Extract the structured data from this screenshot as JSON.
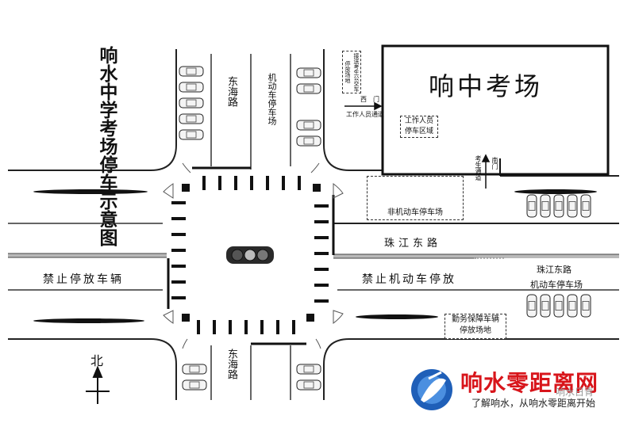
{
  "map_title": "响水中学考场停车示意图",
  "venue": "响中考场",
  "roads": {
    "donghai_road": "东海路",
    "zhujiang_east_road": "珠江东路"
  },
  "zones": {
    "motor_parking_north": "机动车停车场",
    "no_parking_west": "禁止停放车辆",
    "no_motor_parking_east": "禁止机动车停放",
    "zhujiang_parking_line1": "珠江东路",
    "zhujiang_parking_line2": "机动车停车场",
    "bike_parking": "非机动车停车场",
    "staff_parking_line1": "工作人员",
    "staff_parking_line2": "停车区域",
    "exam_bus_parking": "接送考生公交车停放场地",
    "service_parking_line1": "勤务保障车辆",
    "service_parking_line2": "停放场地"
  },
  "gates": {
    "west_gate": "西　门",
    "west_gate_sub": "工作人员通道",
    "south_gate": "南门",
    "south_gate_sub": "考生通道"
  },
  "compass": "北",
  "watermark": {
    "brand": "响水零距离网",
    "slogan": "了解响水，从响水零距离开始",
    "wechat": "响水日青"
  },
  "colors": {
    "road_line": "#222222",
    "brand_red": "#d8151b",
    "logo_blue": "#1f5fb8"
  }
}
